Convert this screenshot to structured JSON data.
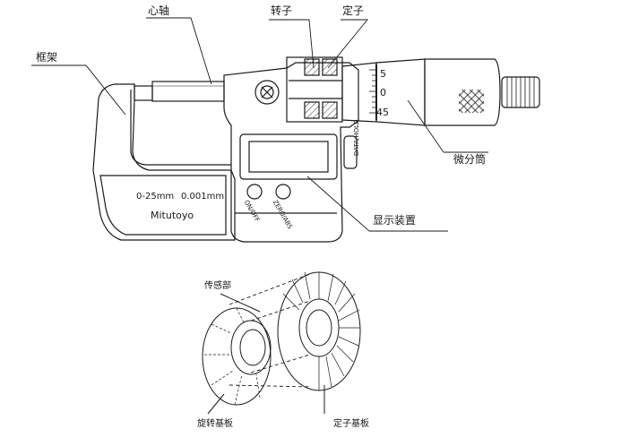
{
  "labels": {
    "frame": "框架",
    "spindle": "心轴",
    "rotor": "转子",
    "stator": "定子",
    "thimble": "微分筒",
    "display": "显示装置",
    "sensor": "传感部",
    "rotor_plate": "旋转基板",
    "stator_plate": "定子基板"
  },
  "micrometer": {
    "spec_range": "0-25mm",
    "spec_resolution": "0.001mm",
    "brand": "Mitutoyo",
    "scale_ticks": [
      "5",
      "0",
      "45"
    ],
    "button_left": "ON/OFF",
    "button_right": "ZERO/ABS",
    "side_button": "DATA/HOLD"
  },
  "colors": {
    "line": "#1a1a1a",
    "hatch": "#333333"
  }
}
